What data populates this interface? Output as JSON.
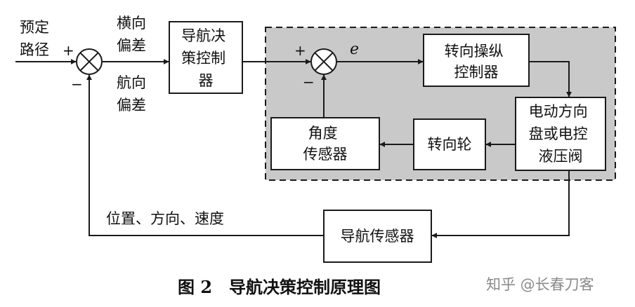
{
  "colors": {
    "line": "#1a1a1a",
    "shade": "#c9c9c9",
    "block_fill": "#ffffff",
    "watermark": "#8a8a8a"
  },
  "inputs": {
    "preset_path_line1": "预定",
    "preset_path_line2": "路径",
    "lateral_dev_line1": "横向",
    "lateral_dev_line2": "偏差",
    "heading_dev_line1": "航向",
    "heading_dev_line2": "偏差",
    "feedback_label": "位置、方向、速度",
    "error_symbol": "e"
  },
  "signs": {
    "outer_plus": "+",
    "outer_minus": "−",
    "inner_plus": "+",
    "inner_minus": "−"
  },
  "blocks": {
    "nav_decision": [
      "导航决",
      "策控制",
      "器"
    ],
    "steering_controller": [
      "转向操纵",
      "控制器"
    ],
    "actuator": [
      "电动方向",
      "盘或电控",
      "液压阀"
    ],
    "steering_wheel": [
      "转向轮"
    ],
    "angle_sensor": [
      "角度",
      "传感器"
    ],
    "nav_sensor": [
      "导航传感器"
    ]
  },
  "caption": "图 2　导航决策控制原理图",
  "watermark": "知乎 @长春刀客"
}
